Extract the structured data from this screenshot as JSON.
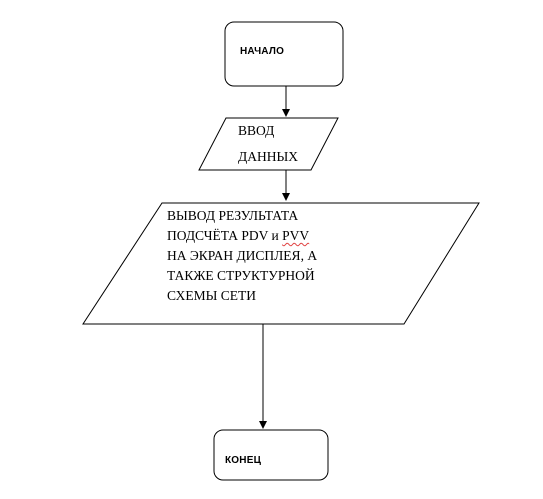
{
  "flowchart": {
    "start": {
      "label": "НАЧАЛО"
    },
    "input": {
      "line1": "ВВОД",
      "line2": "ДАННЫХ"
    },
    "output": {
      "line1": "ВЫВОД РЕЗУЛЬТАТА",
      "line2_a": "ПОДСЧЁТА PDV и  ",
      "line2_b": "PVV",
      "line3": "НА ЭКРАН ДИСПЛЕЯ, А",
      "line4": "ТАКЖЕ СТРУКТУРНОЙ",
      "line5": "СХЕМЫ СЕТИ"
    },
    "end": {
      "label": "КОНЕЦ"
    }
  },
  "colors": {
    "stroke": "#000000",
    "spellcheck_underline": "#e04040"
  }
}
